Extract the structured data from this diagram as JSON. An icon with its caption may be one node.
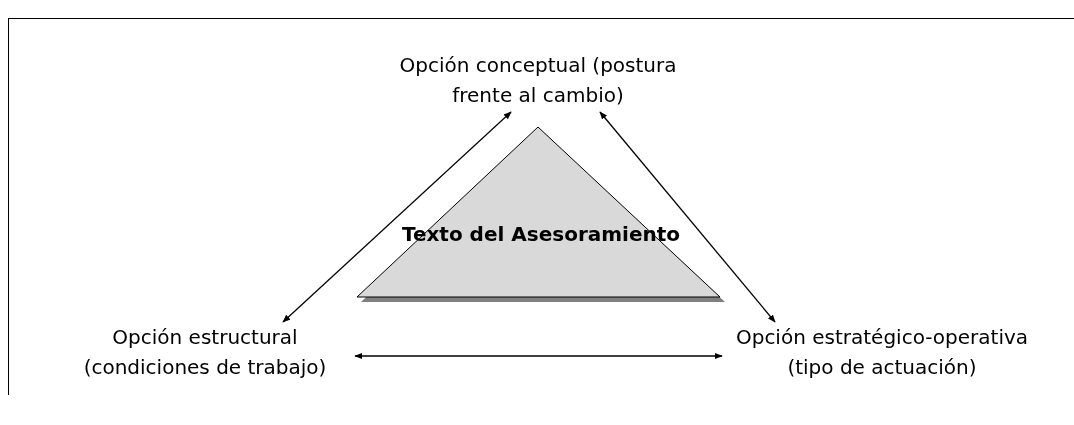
{
  "diagram": {
    "nodes": [
      {
        "text": [
          "Texto del Asesoramiento"
        ]
      },
      {
        "text": [
          "Opción conceptual (postura frente al cambio)"
        ]
      },
      {
        "text": [
          "Opción estructural (condiciones de trabajo)"
        ]
      },
      {
        "text": [
          "Opción estratégico-operativa (tipo de actuación)"
        ]
      }
    ],
    "edges": [
      {
        "from": 1,
        "to": 2,
        "arrow": "both"
      },
      {
        "from": 1,
        "to": 3,
        "arrow": "both"
      },
      {
        "from": 2,
        "to": 3,
        "arrow": "both"
      }
    ]
  }
}
